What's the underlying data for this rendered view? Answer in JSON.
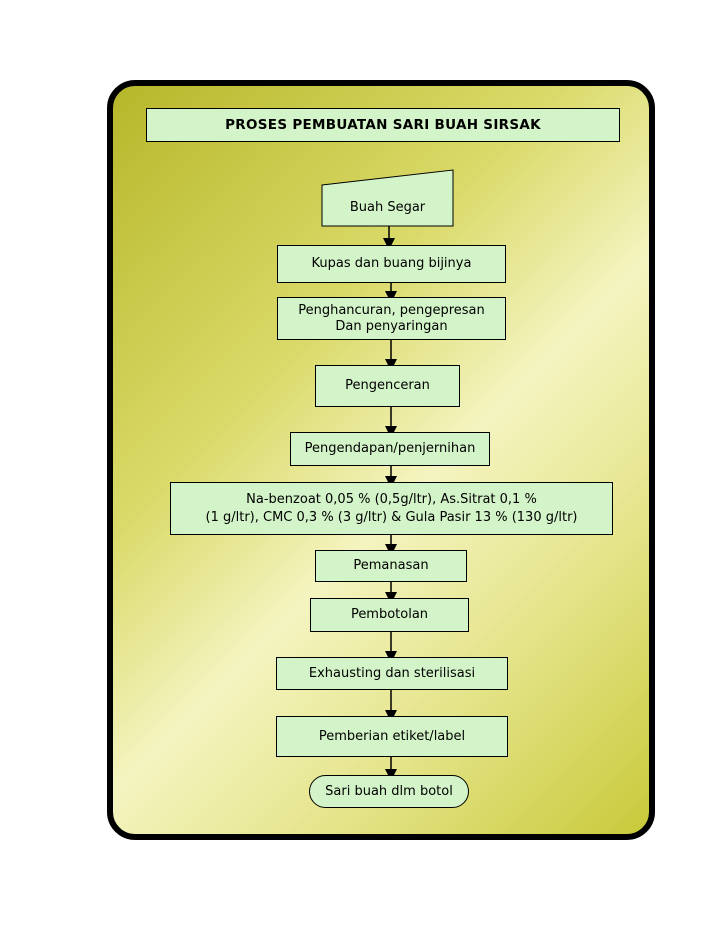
{
  "title": "PROSES PEMBUATAN SARI BUAH SIRSAK",
  "steps": [
    "Buah Segar",
    "Kupas dan buang bijinya",
    "Penghancuran, pengepresan\nDan penyaringan",
    "Pengenceran",
    "Pengendapan/penjernihan",
    "Na-benzoat 0,05 % (0,5g/ltr), As.Sitrat 0,1 %\n(1 g/ltr), CMC 0,3 % (3 g/ltr) & Gula Pasir 13 % (130 g/ltr)",
    "Pemanasan",
    "Pembotolan",
    "Exhausting dan sterilisasi",
    "Pemberian etiket/label",
    "Sari buah dlm botol"
  ]
}
